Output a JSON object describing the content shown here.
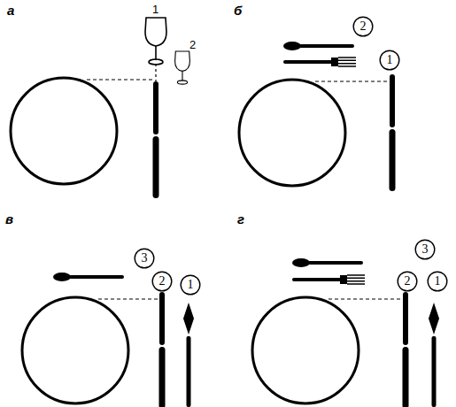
{
  "diagram": {
    "nodes": [
      {
        "text": [
          "2"
        ]
      },
      {
        "text": [
          "1"
        ]
      },
      {
        "text": [
          "3"
        ]
      },
      {
        "text": [
          "2"
        ]
      },
      {
        "text": [
          "1"
        ]
      },
      {
        "text": [
          "3"
        ]
      },
      {
        "text": [
          "2"
        ]
      },
      {
        "text": [
          "1"
        ]
      }
    ],
    "labels": [
      "а",
      "1",
      "2",
      "б",
      "в",
      "г"
    ]
  }
}
